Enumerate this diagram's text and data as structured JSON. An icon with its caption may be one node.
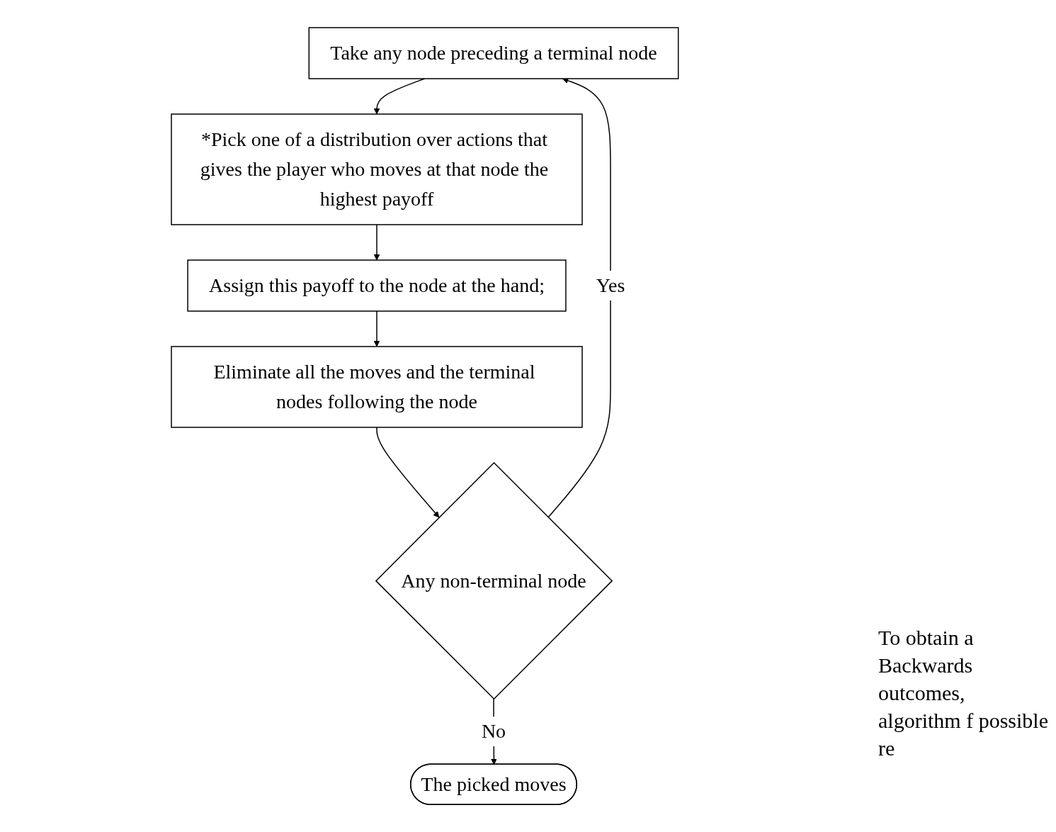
{
  "diagram": {
    "nodes": [
      {
        "text": [
          "Take any node preceding a terminal node"
        ]
      },
      {
        "text": [
          "*Pick one of a distribution over actions that gives the player who moves at that node the highest payoff"
        ]
      },
      {
        "text": [
          "Assign this payoff to the node at the hand;"
        ]
      },
      {
        "text": [
          "Eliminate all the moves and the terminal nodes following the node"
        ]
      },
      {
        "text": [
          "Any non-terminal node"
        ]
      },
      {
        "text": [
          "The picked moves"
        ]
      }
    ],
    "edges": [
      {
        "from": 0,
        "to": 1,
        "arrow": "to"
      },
      {
        "from": 1,
        "to": 2,
        "arrow": "to"
      },
      {
        "from": 2,
        "to": 3,
        "arrow": "to"
      },
      {
        "from": 3,
        "to": 4,
        "arrow": "to"
      },
      {
        "from": 4,
        "to": 0,
        "arrow": "to",
        "label": "Yes"
      },
      {
        "from": 4,
        "to": 5,
        "arrow": "to",
        "label": "No"
      }
    ],
    "labels": [
      "To obtain a Backwards outcomes, algorithm f possible re"
    ]
  }
}
